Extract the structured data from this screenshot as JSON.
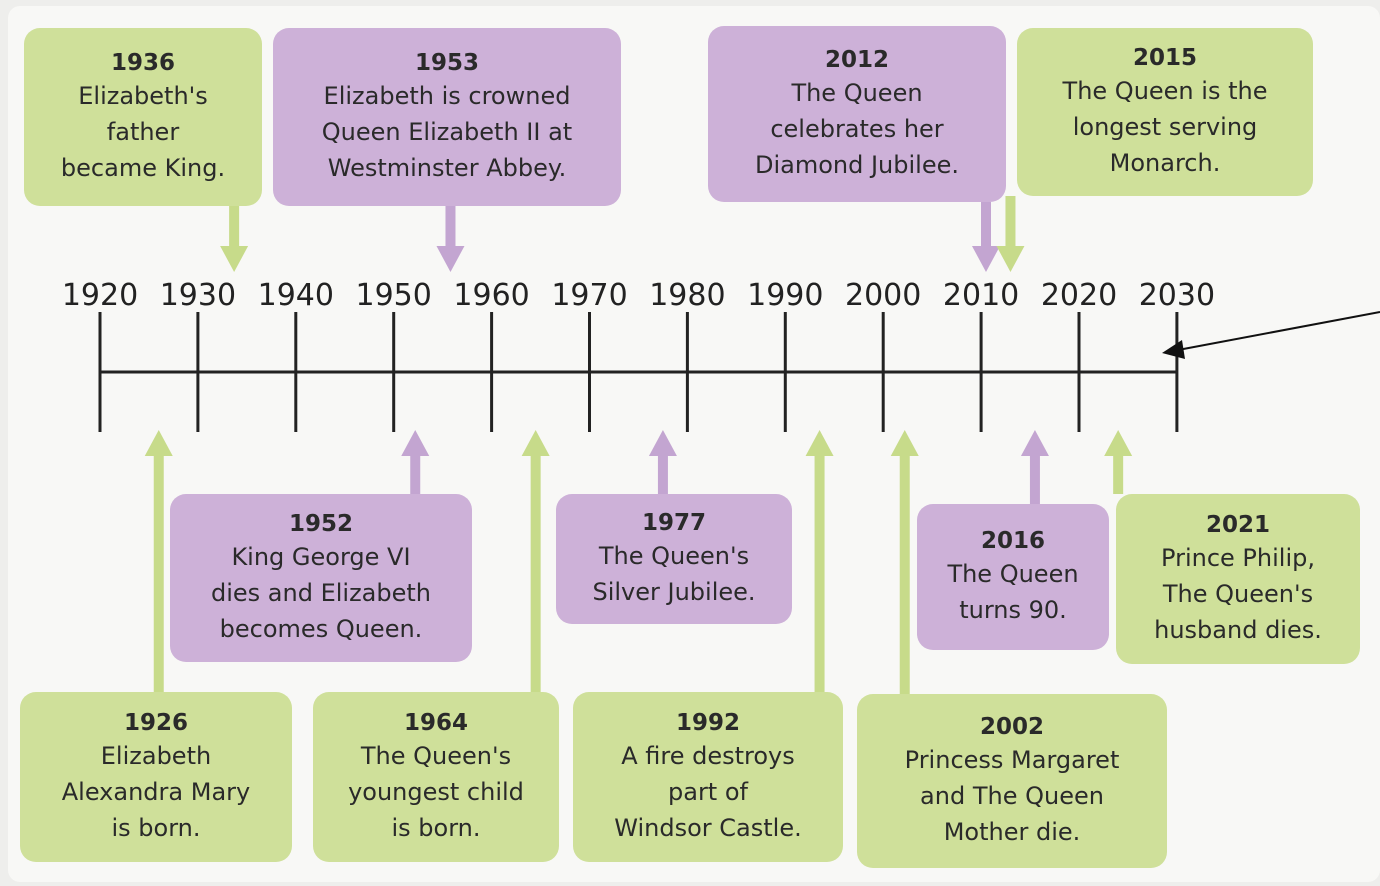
{
  "axis": {
    "years": [
      "1920",
      "1930",
      "1940",
      "1950",
      "1960",
      "1970",
      "1980",
      "1990",
      "2000",
      "2010",
      "2020",
      "2030"
    ]
  },
  "colors": {
    "green": "#cfe09a",
    "green_arrow": "#c7db8a",
    "purple": "#cdb1d8",
    "purple_arrow": "#c3a5d1",
    "line": "#222222"
  },
  "events": [
    {
      "id": "1936",
      "year": "1936",
      "text": "Elizabeth's\nfather\nbecame King.",
      "color": "green",
      "side": "top"
    },
    {
      "id": "1953",
      "year": "1953",
      "text": "Elizabeth is crowned\nQueen Elizabeth II at\nWestminster Abbey.",
      "color": "purple",
      "side": "top"
    },
    {
      "id": "2012",
      "year": "2012",
      "text": "The Queen\ncelebrates her\nDiamond Jubilee.",
      "color": "purple",
      "side": "top"
    },
    {
      "id": "2015",
      "year": "2015",
      "text": "The Queen is the\nlongest serving\nMonarch.",
      "color": "green",
      "side": "top"
    },
    {
      "id": "1952",
      "year": "1952",
      "text": "King George VI\ndies and Elizabeth\nbecomes Queen.",
      "color": "purple",
      "side": "bottom"
    },
    {
      "id": "1977",
      "year": "1977",
      "text": "The Queen's\nSilver Jubilee.",
      "color": "purple",
      "side": "bottom"
    },
    {
      "id": "2016",
      "year": "2016",
      "text": "The Queen\nturns 90.",
      "color": "purple",
      "side": "bottom"
    },
    {
      "id": "2021",
      "year": "2021",
      "text": "Prince Philip,\nThe Queen's\nhusband dies.",
      "color": "green",
      "side": "bottom"
    },
    {
      "id": "1926",
      "year": "1926",
      "text": "Elizabeth\nAlexandra Mary\nis born.",
      "color": "green",
      "side": "bottom"
    },
    {
      "id": "1964",
      "year": "1964",
      "text": "The Queen's\nyoungest child\nis born.",
      "color": "green",
      "side": "bottom"
    },
    {
      "id": "1992",
      "year": "1992",
      "text": "A fire destroys\npart of\nWindsor Castle.",
      "color": "green",
      "side": "bottom"
    },
    {
      "id": "2002",
      "year": "2002",
      "text": "Princess Margaret\nand The Queen\nMother die.",
      "color": "green",
      "side": "bottom"
    }
  ]
}
